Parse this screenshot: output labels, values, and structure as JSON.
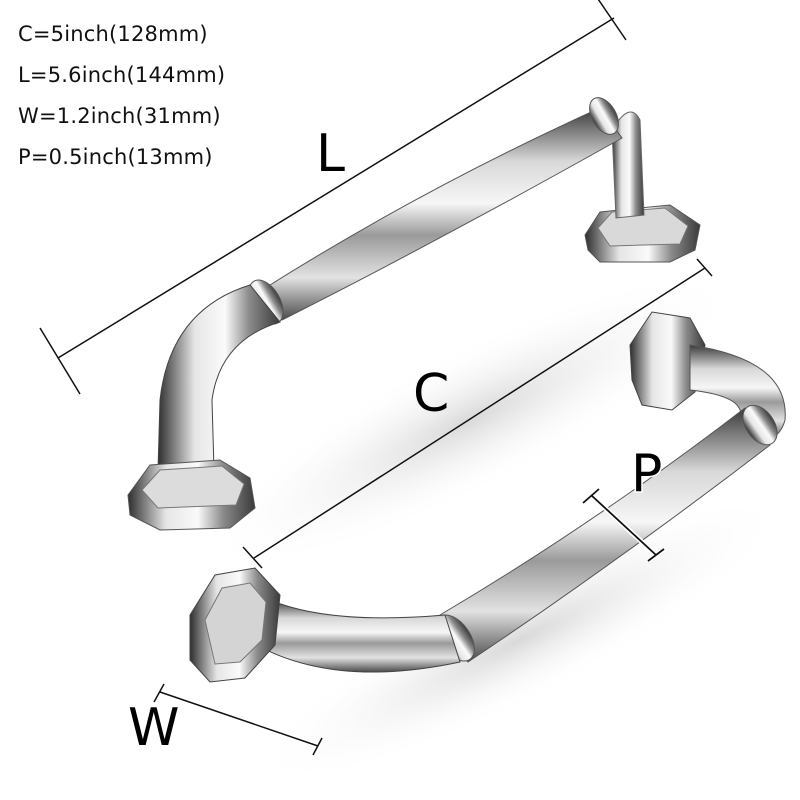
{
  "specs": [
    {
      "key": "C",
      "text": "C=5inch(128mm)"
    },
    {
      "key": "L",
      "text": "L=5.6inch(144mm)"
    },
    {
      "key": "W",
      "text": "W=1.2inch(31mm)"
    },
    {
      "key": "P",
      "text": "P=0.5inch(13mm)"
    }
  ],
  "dimension_labels": {
    "length": "L",
    "center_distance": "C",
    "projection": "P",
    "width": "W"
  },
  "colors": {
    "background": "#ffffff",
    "line": "#111111",
    "chrome_dark": "#2a2a2a",
    "chrome_mid": "#8c8c8c",
    "chrome_light": "#e8e8e8"
  }
}
